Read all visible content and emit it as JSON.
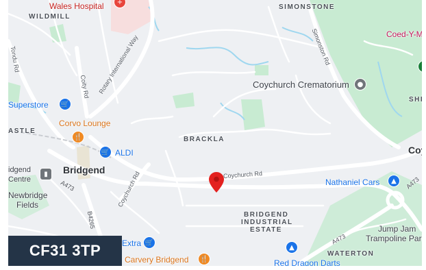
{
  "map": {
    "areas": {
      "wildmill": "WILDMILL",
      "simonstone": "SIMONSTONE",
      "brackla": "BRACKLA",
      "castle": "ASTLE",
      "industrial_1": "BRIDGEND",
      "industrial_2": "INDUSTRIAL",
      "industrial_3": "ESTATE",
      "waterton": "WATERTON",
      "she": "SHE"
    },
    "towns": {
      "bridgend": "Bridgend",
      "coychurch": "Coy",
      "newbridge_1": "Newbridge",
      "newbridge_2": "Fields",
      "bridgend_centre_1": "idgend",
      "bridgend_centre_2": "Centre"
    },
    "streets": {
      "tondu": "Tondu Rd",
      "coity": "Coity Rd",
      "rotary": "Rotary International Way",
      "simonston": "Simonston Rd",
      "coychurch_rd_east": "Coychurch Rd",
      "coychurch_rd_west": "Coychurch Rd",
      "a473_west": "A473",
      "a473_east": "A473",
      "a473_far_east": "A473",
      "b4265": "B4265"
    },
    "pois": {
      "hospital": "Wales Hospital",
      "superstore": "Superstore",
      "corvo": "Corvo Lounge",
      "aldi": "ALDI",
      "crematorium": "Coychurch Crematorium",
      "nathaniel": "Nathaniel Cars",
      "coed": "Coed-Y-M",
      "extra": "Extra",
      "carvery": "Carvery Bridgend",
      "red_dragon": "Red Dragon Darts",
      "jump_1": "Jump Jam",
      "jump_2": "Trampoline Park"
    },
    "colors": {
      "background": "#eef0f3",
      "road": "#ffffff",
      "water": "#9fd7ef",
      "park": "#c8ebd2",
      "hospital_area": "#f7dede",
      "shopping_pin": "#1a73e8",
      "food_pin": "#f08a24",
      "marker": "#e3211f",
      "label_bg": "#243447"
    }
  },
  "postcode": "CF31 3TP"
}
